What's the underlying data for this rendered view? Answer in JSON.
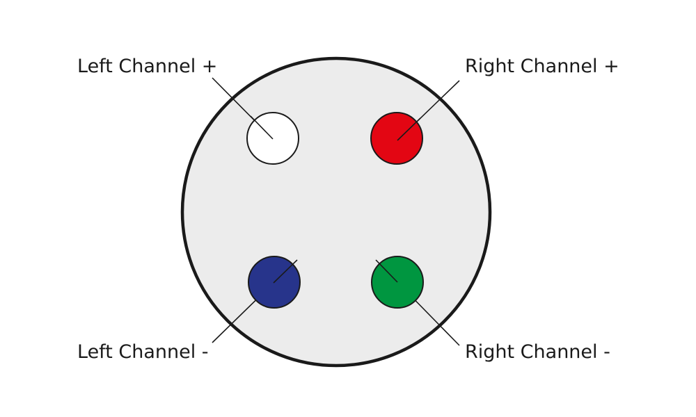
{
  "connector": {
    "body_color": "#ececec",
    "outline_color": "#1a1a1a"
  },
  "pins": [
    {
      "id": "left-plus",
      "label": "Left Channel +",
      "color": "#ffffff"
    },
    {
      "id": "right-plus",
      "label": "Right Channel +",
      "color": "#e30613"
    },
    {
      "id": "left-minus",
      "label": "Left Channel -",
      "color": "#27348b"
    },
    {
      "id": "right-minus",
      "label": "Right Channel -",
      "color": "#009640"
    }
  ]
}
